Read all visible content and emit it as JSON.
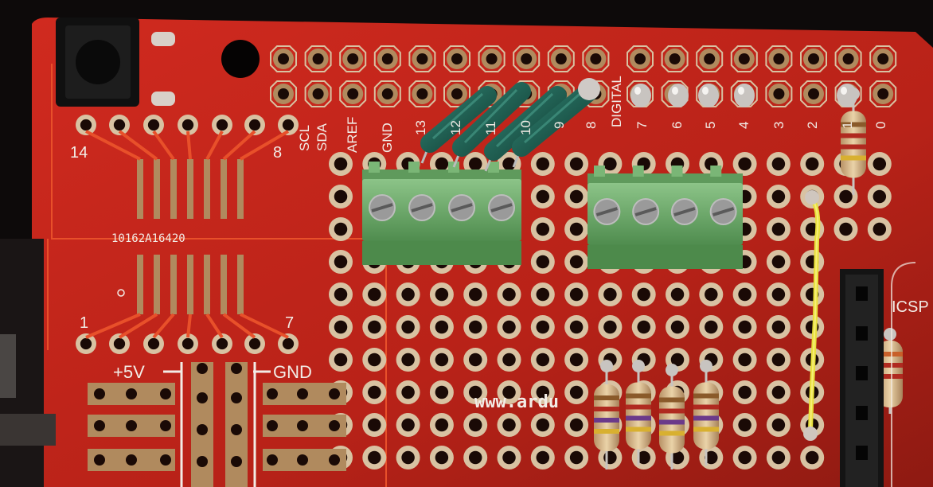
{
  "photo": {
    "subject": "Red Arduino prototyping shield with terminal blocks, resistors and header",
    "colors": {
      "board": "#c8281e",
      "board_dark": "#9e1c14",
      "trace": "#e8502a",
      "pad": "#b08a5e",
      "pad_light": "#d8c2a2",
      "terminal_block": "#6ea86a",
      "capacitor": "#1f5e4e",
      "background": "#0d0a0a",
      "silkscreen": "#f2ece6",
      "wire": "#e8e03a"
    }
  },
  "silkscreen": {
    "soic_pin_14": "14",
    "soic_pin_8": "8",
    "soic_pin_1": "1",
    "soic_pin_7": "7",
    "chip_code": "10162A16420",
    "pin_scl": "SCL",
    "pin_sda": "SDA",
    "pin_aref": "AREF",
    "pin_gnd": "GND",
    "pin_13": "13",
    "pin_12": "12",
    "pin_11": "11",
    "pin_10": "10",
    "pin_9": "9",
    "pin_8": "8",
    "digital": "DIGITAL",
    "pin_7": "7",
    "pin_6": "6",
    "pin_5": "5",
    "pin_4": "4",
    "pin_3": "3",
    "pin_2": "2",
    "pin_1": "1",
    "pin_0": "0",
    "rail_5v": "+5V",
    "rail_gnd": "GND",
    "url": "www.ardu",
    "icsp": "ICSP"
  }
}
